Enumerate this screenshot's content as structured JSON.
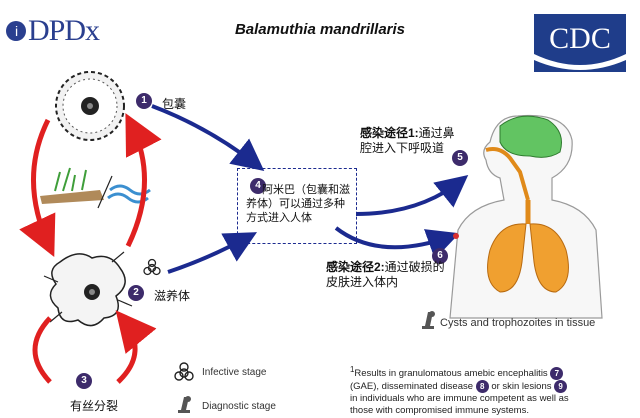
{
  "header": {
    "logo_left_mark": "i",
    "logo_left_text": "DPDx",
    "title": "Balamuthia mandrillaris",
    "logo_right": "CDC"
  },
  "stages": [
    {
      "number": "1",
      "label": "包囊"
    },
    {
      "number": "2",
      "label": "滋养体"
    },
    {
      "number": "3",
      "label": "有丝分裂"
    },
    {
      "number": "4",
      "label": "阿米巴（包囊和滋养体）可以通过多种方式进入人体"
    },
    {
      "number": "5"
    },
    {
      "number": "6"
    },
    {
      "number": "7"
    },
    {
      "number": "8"
    },
    {
      "number": "9"
    }
  ],
  "routes": {
    "route1_title": "感染途径1:",
    "route1_text": "通过鼻腔进入下呼吸道",
    "route2_title": "感染途径2:",
    "route2_text": "通过破损的皮肤进入体内"
  },
  "tissue_label": "Cysts and trophozoites in tissue",
  "legend": {
    "infective": "Infective stage",
    "diagnostic": "Diagnostic stage"
  },
  "results": {
    "superscript": "1",
    "part1": "Results in granulomatous amebic encephalitis",
    "part2": "(GAE), disseminated disease",
    "part3": "or skin lesions",
    "part4": "in individuals who are immune competent as well as",
    "part5": "those with compromised immune systems."
  }
}
